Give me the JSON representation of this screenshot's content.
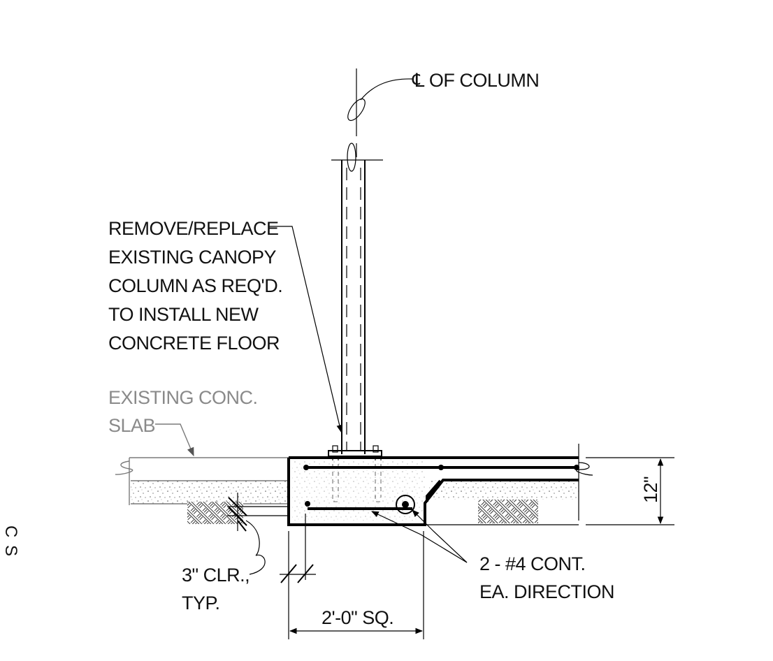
{
  "labels": {
    "centerline": "℄ OF COLUMN",
    "remove_note": [
      "REMOVE/REPLACE",
      "EXISTING CANOPY",
      "COLUMN AS REQ'D.",
      "TO INSTALL NEW",
      "CONCRETE FLOOR"
    ],
    "existing_slab": [
      "EXISTING CONC.",
      "SLAB"
    ],
    "clearance": [
      "3\" CLR.,",
      "TYP."
    ],
    "rebar": [
      "2 - #4 CONT.",
      "EA. DIRECTION"
    ],
    "footing_size": "2'-0\" SQ.",
    "slab_thickness": "12\"",
    "edge_marks": [
      "C",
      "S"
    ]
  },
  "colors": {
    "line": "#000000",
    "existing": "#8a8a8a",
    "background": "#ffffff"
  }
}
